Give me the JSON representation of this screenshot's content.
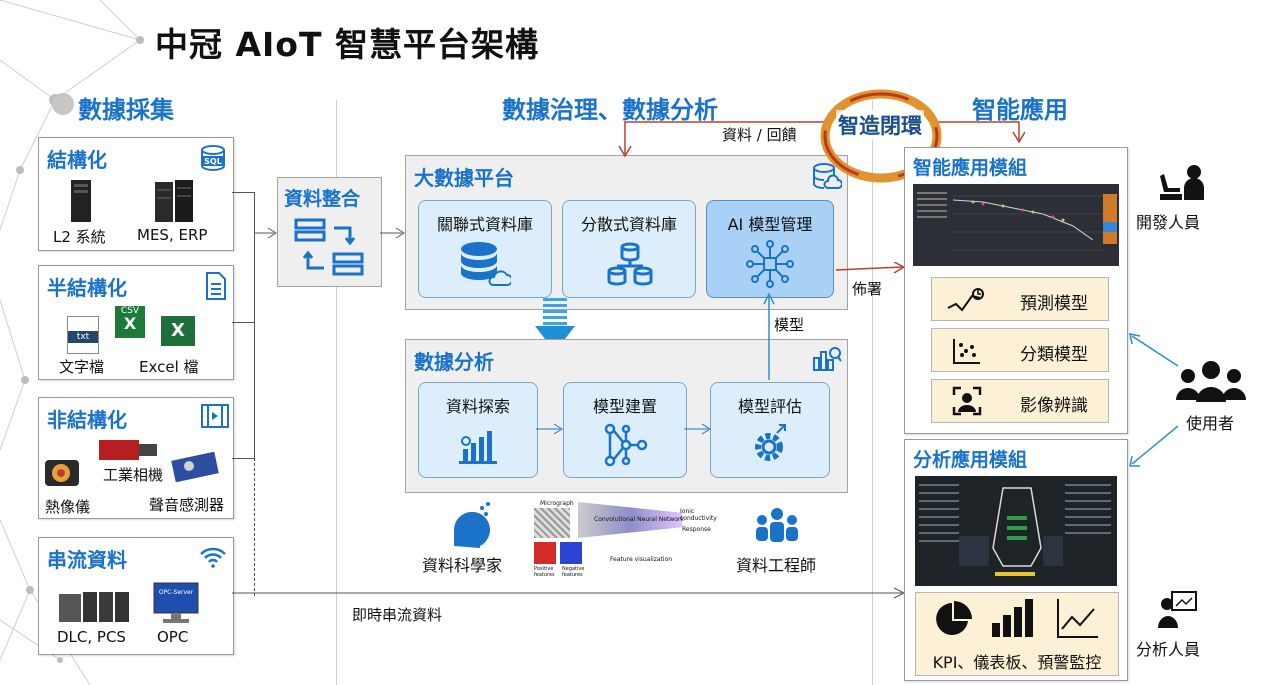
{
  "title": "中冠 AIoT 智慧平台架構",
  "sections": {
    "collect": "數據採集",
    "govern": "數據治理、數據分析",
    "apply": "智能應用"
  },
  "loop_label": "智造閉環",
  "feedback_label": "資料 / 回饋",
  "deploy_label": "佈署",
  "model_label": "模型",
  "stream_label": "即時串流資料",
  "collect": {
    "structured": {
      "title": "結構化",
      "icon": "sql-icon",
      "items": [
        "L2 系統",
        "MES, ERP"
      ]
    },
    "semi": {
      "title": "半結構化",
      "icon": "document-icon",
      "items": [
        "文字檔",
        "Excel 檔"
      ],
      "txt_badge": "txt",
      "csv_badge": "CSV"
    },
    "unstructured": {
      "title": "非結構化",
      "icon": "video-icon",
      "items": [
        "工業相機",
        "熱像儀",
        "聲音感測器"
      ]
    },
    "stream": {
      "title": "串流資料",
      "icon": "wifi-icon",
      "items": [
        "DLC, PCS",
        "OPC"
      ],
      "opc_badge": "OPC-Server"
    }
  },
  "integration": {
    "title": "資料整合"
  },
  "bigdata": {
    "title": "大數據平台",
    "cards": [
      "關聯式資料庫",
      "分散式資料庫",
      "AI 模型管理"
    ]
  },
  "analysis": {
    "title": "數據分析",
    "cards": [
      "資料探索",
      "模型建置",
      "模型評估"
    ]
  },
  "people": {
    "scientist": "資料科學家",
    "engineer": "資料工程師",
    "developer": "開發人員",
    "user": "使用者",
    "analyst": "分析人員"
  },
  "nn_figure": {
    "micrograph": "Micrograph",
    "cnn": "Convolutional Neural Network",
    "ionic": "Ionic conductivity",
    "response": "Response",
    "feature": "Feature visualization",
    "positive": "Positive features",
    "negative": "Negative features"
  },
  "smart_module": {
    "title": "智能應用模組",
    "items": [
      "預測模型",
      "分類模型",
      "影像辨識"
    ]
  },
  "analysis_module": {
    "title": "分析應用模組",
    "footer": "KPI、儀表板、預警監控"
  },
  "colors": {
    "accent": "#1a73c9",
    "arrow_red": "#b5432f",
    "card_blue": "#dceefb",
    "yellow": "#fcf1d7"
  }
}
